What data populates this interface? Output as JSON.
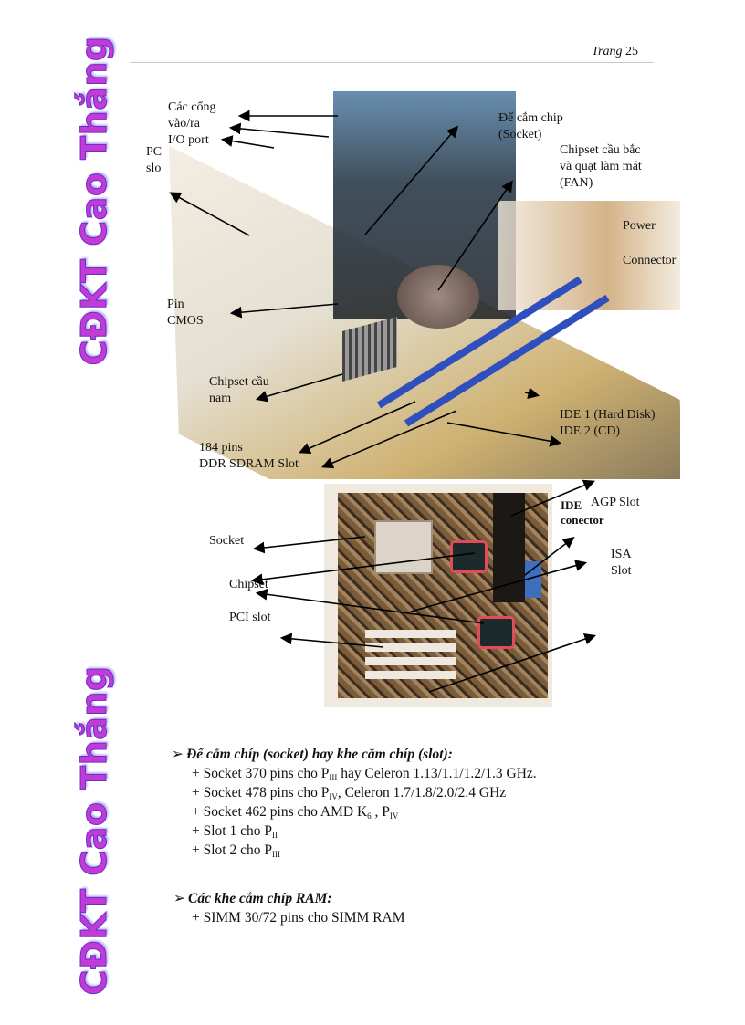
{
  "header": {
    "page_prefix": "Trang",
    "page_number": "25"
  },
  "watermark": {
    "text": "CĐKT Cao Thắng"
  },
  "figure1": {
    "labels": {
      "io_port": [
        "Các cổng",
        "vào/ra",
        "I/O port"
      ],
      "pci_slot_cut": [
        "PC",
        "slo"
      ],
      "socket": [
        "Đế cắm chip",
        "(Socket)"
      ],
      "northbridge": [
        "Chipset cầu bắc",
        "và quạt làm mát",
        "(FAN)"
      ],
      "power": [
        "Power",
        "Connector"
      ],
      "cmos": [
        "Pin",
        "CMOS"
      ],
      "southbridge": [
        "Chipset cầu",
        "nam"
      ],
      "ide": [
        "IDE 1 (Hard Disk)",
        "IDE 2 (CD)"
      ],
      "ddr": [
        "184 pins",
        "DDR SDRAM Slot"
      ]
    }
  },
  "figure2": {
    "labels": {
      "ide_connector": [
        "IDE",
        "conector"
      ],
      "agp": "AGP Slot",
      "isa": [
        "ISA",
        "Slot"
      ],
      "socket": "Socket",
      "chipset": "Chipset",
      "pci": "PCI slot"
    }
  },
  "section1": {
    "bullet": "➢",
    "title": "Đế cắm chíp (socket) hay khe cắm chíp (slot):",
    "items": [
      {
        "pre": "+  Socket 370 pins cho P",
        "sub": "III",
        "post": " hay Celeron 1.13/1.1/1.2/1.3 GHz."
      },
      {
        "pre": "+ Socket 478 pins cho P",
        "sub": "IV",
        "post": ", Celeron 1.7/1.8/2.0/2.4 GHz"
      },
      {
        "pre": "+ Socket 462 pins cho AMD K",
        "sub": "6",
        "post": " , P",
        "sub2": "IV"
      },
      {
        "pre": "+ Slot 1 cho P",
        "sub": "II",
        "post": ""
      },
      {
        "pre": "+ Slot 2 cho P",
        "sub": "III",
        "post": ""
      }
    ]
  },
  "section2": {
    "bullet": "➢",
    "title": "Các khe cắm chíp RAM:",
    "items": [
      {
        "pre": "+ SIMM 30/72 pins cho SIMM RAM"
      }
    ]
  }
}
